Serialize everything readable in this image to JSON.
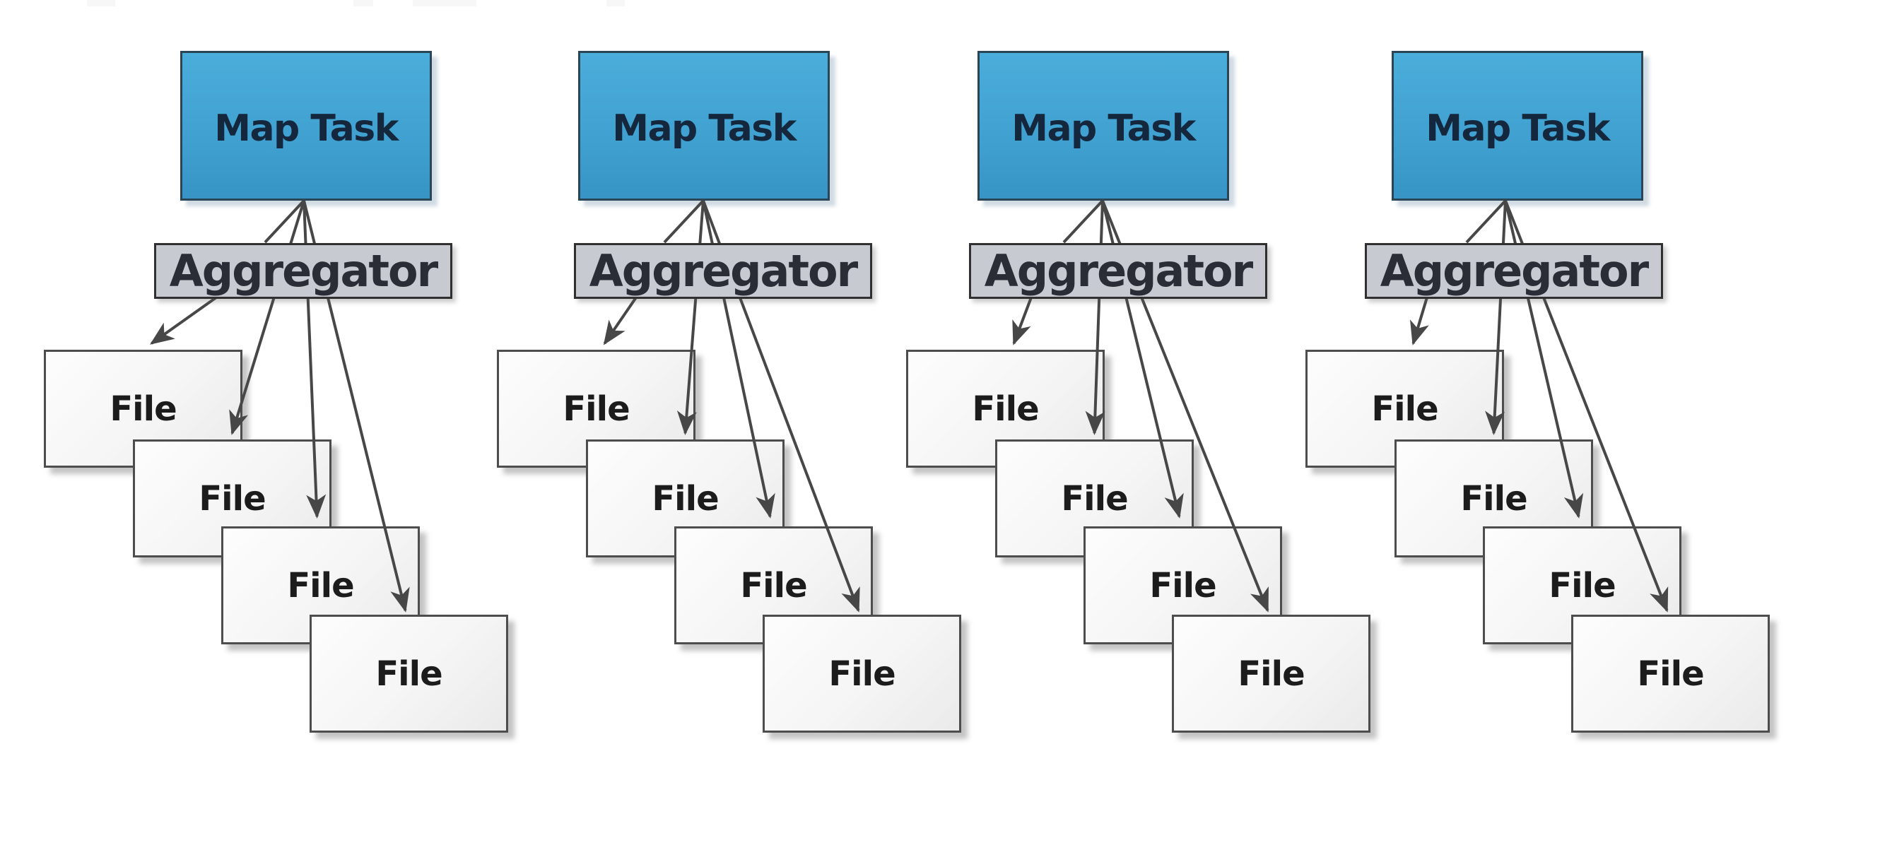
{
  "diagram_labels": {
    "map_task": "Map Task",
    "aggregator": "Aggregator",
    "file": "File"
  },
  "columns": [
    {
      "map_label": "Map Task",
      "aggregator_label": "Aggregator",
      "files": [
        "File",
        "File",
        "File",
        "File"
      ]
    },
    {
      "map_label": "Map Task",
      "aggregator_label": "Aggregator",
      "files": [
        "File",
        "File",
        "File",
        "File"
      ]
    },
    {
      "map_label": "Map Task",
      "aggregator_label": "Aggregator",
      "files": [
        "File",
        "File",
        "File",
        "File"
      ]
    },
    {
      "map_label": "Map Task",
      "aggregator_label": "Aggregator",
      "files": [
        "File",
        "File",
        "File",
        "File"
      ]
    }
  ],
  "colors": {
    "background": "#ffffff",
    "map_fill_top": "#4badda",
    "map_fill_bottom": "#3794c4",
    "map_border": "#2a4556",
    "map_text": "#14273c",
    "aggregator_fill": "#c7cad1",
    "aggregator_border": "#303030",
    "aggregator_text": "#2a2d35",
    "file_fill": "#f5f5f5",
    "file_border": "#4d4d4d",
    "file_text": "#1c1c1c",
    "arrow": "#474747"
  }
}
